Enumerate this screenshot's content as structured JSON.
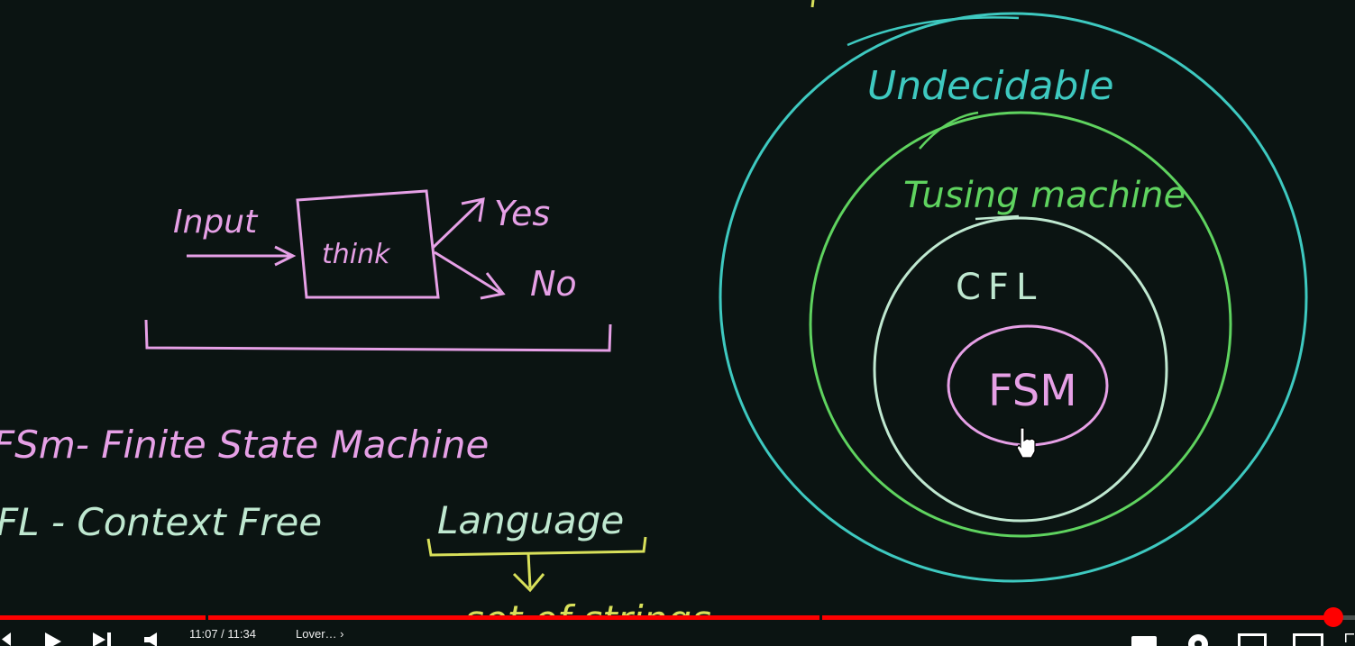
{
  "colors": {
    "background": "#0b1412",
    "pink": "#e6a0e6",
    "green": "#5fd35f",
    "teal": "#3ec9c0",
    "mint": "#bfe8d0",
    "yellow": "#d8e05a",
    "progress": "#ff0000"
  },
  "flow": {
    "input_label": "Input",
    "box_label": "think",
    "yes_label": "Yes",
    "no_label": "No"
  },
  "definitions": {
    "fsm": "FSm- Finite  State Machine",
    "cfl": "FL - Context Free",
    "language": "Language",
    "set_of_strings": "set of strings"
  },
  "venn": {
    "outer": "Undecidable",
    "turing": "Tusing machine",
    "cfl": "CFL",
    "fsm": "FSM"
  },
  "player": {
    "time": "11:07 / 11:34",
    "chapter": "Lover… ›",
    "progress_fraction": 0.984,
    "icons": [
      "prev-icon",
      "play-icon",
      "next-icon",
      "volume-icon",
      "subtitles-icon",
      "settings-icon",
      "miniplayer-icon",
      "theater-icon",
      "fullscreen-icon"
    ]
  }
}
